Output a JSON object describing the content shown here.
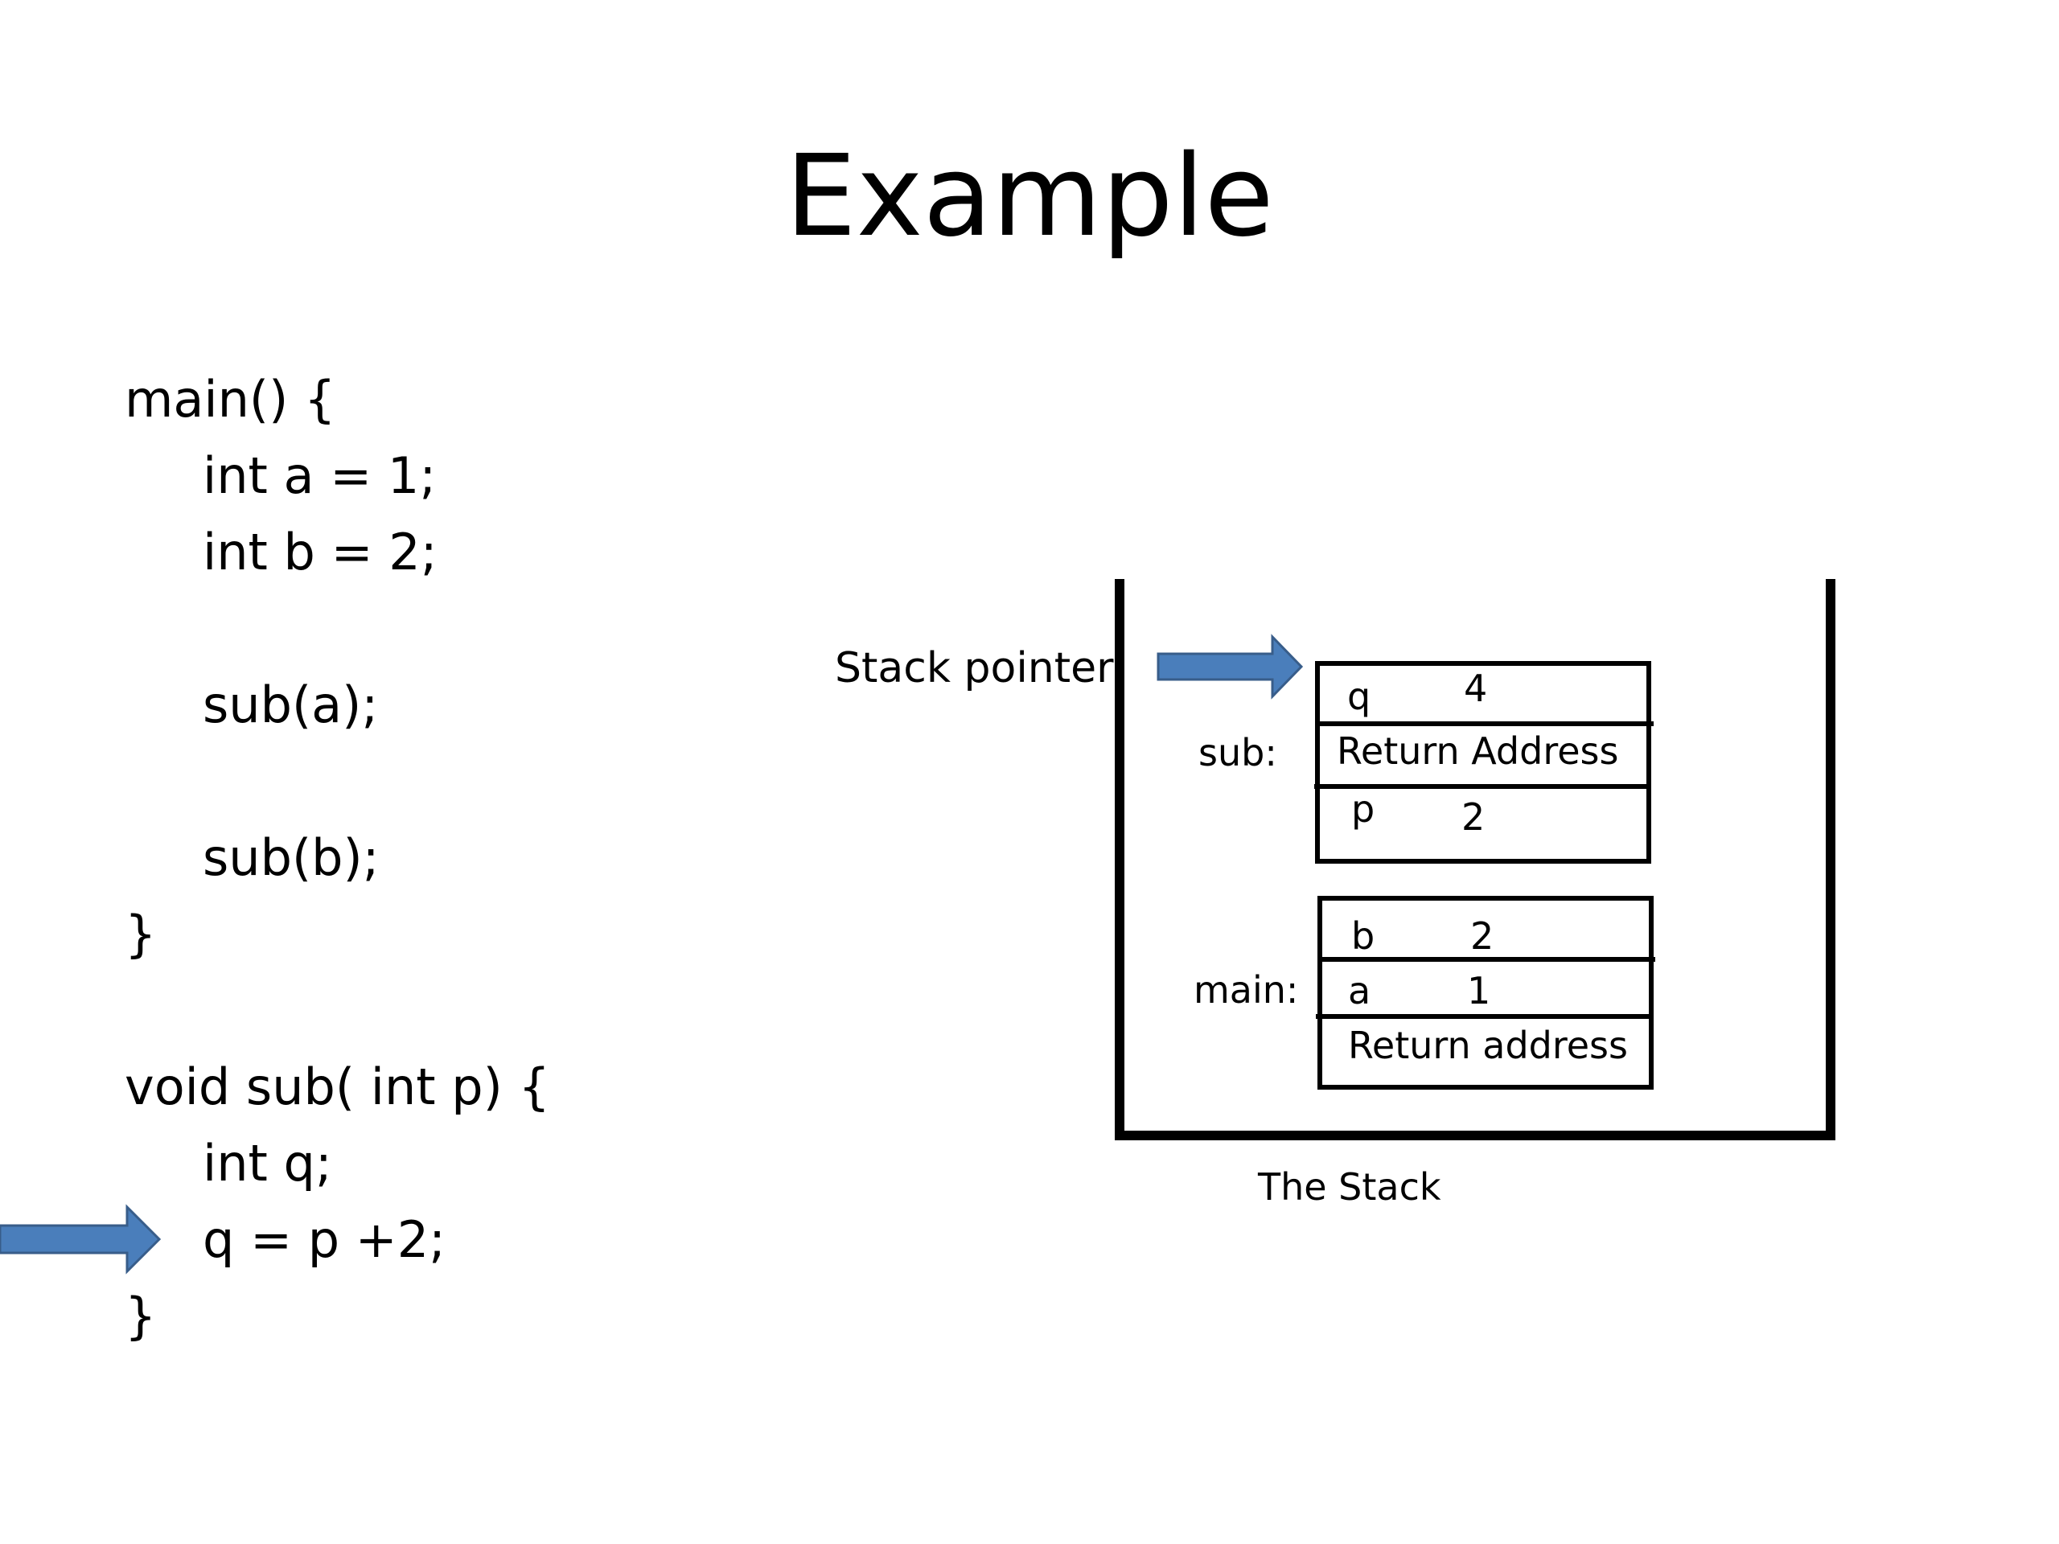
{
  "title": "Example",
  "code": {
    "main_header": "main() {",
    "main_line_a": "int a = 1;",
    "main_line_b": "int b = 2;",
    "main_call_a": "sub(a);",
    "main_call_b": "sub(b);",
    "main_close": "}",
    "sub_header": "void sub( int p) {",
    "sub_decl_q": "int q;",
    "sub_assign_q": "q = p +2;",
    "sub_close": "}"
  },
  "stack": {
    "caption": "The Stack",
    "pointer_label": "Stack pointer",
    "sub_frame": {
      "label": "sub:",
      "rows": [
        {
          "name": "q",
          "value": "4"
        },
        {
          "text": "Return Address"
        },
        {
          "name": "p",
          "value": "2"
        }
      ]
    },
    "main_frame": {
      "label": "main:",
      "rows": [
        {
          "name": "b",
          "value": "2"
        },
        {
          "name": "a",
          "value": "1"
        },
        {
          "text": "Return address"
        }
      ]
    }
  },
  "colors": {
    "arrow_fill": "#4a7ebb",
    "arrow_stroke": "#385d8a",
    "stroke": "#000000"
  }
}
